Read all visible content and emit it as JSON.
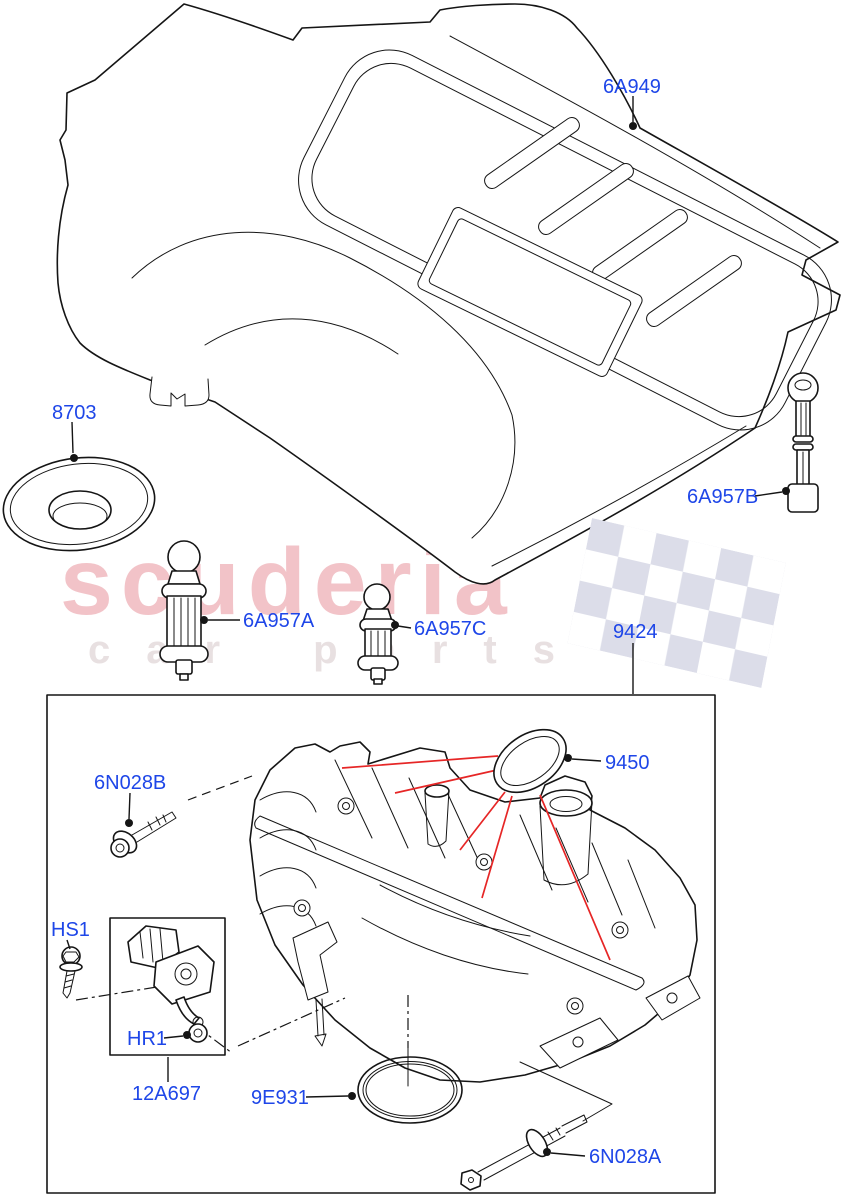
{
  "watermark": {
    "brand": "scuderia",
    "tagline": "car parts",
    "brand_color": "#f2c3c8",
    "tagline_color": "#e8e0e1",
    "flag_color": "#dcdde9"
  },
  "colors": {
    "label_blue": "#1e46e8",
    "line_black": "#151515",
    "leader_red": "#e62626",
    "background": "#ffffff"
  },
  "labels": {
    "engine_cover": "6A949",
    "cover_insulator": "8703",
    "stud_front": "6A957A",
    "stud_center": "6A957C",
    "stud_rear": "6A957B",
    "manifold_assembly": "9424",
    "manifold_gasket": "9450",
    "bolt_upper": "6N028B",
    "screw": "HS1",
    "ring": "HR1",
    "map_sensor": "12A697",
    "throttle_oring": "9E931",
    "bolt_lower": "6N028A"
  }
}
